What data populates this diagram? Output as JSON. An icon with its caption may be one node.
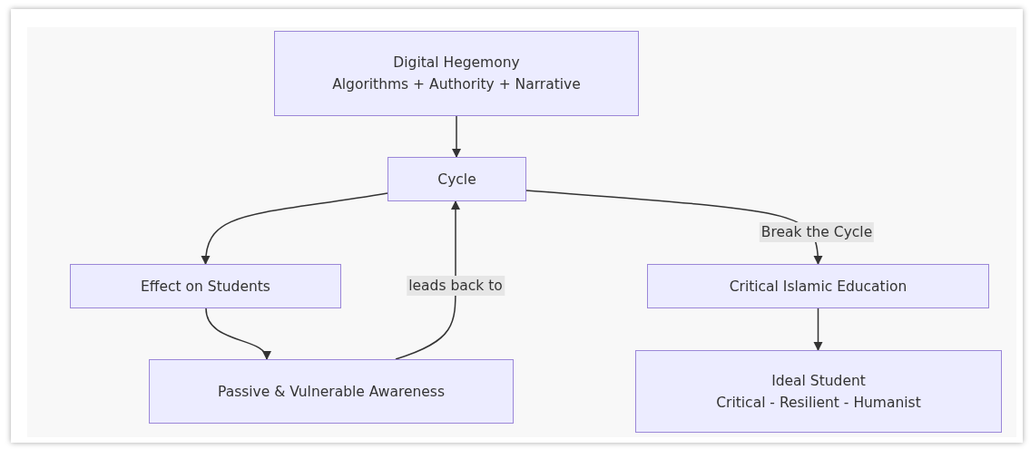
{
  "diagram": {
    "nodes": [
      {
        "text": [
          "Digital Hegemony",
          "Algorithms + Authority + Narrative"
        ]
      },
      {
        "text": [
          "Cycle"
        ]
      },
      {
        "text": [
          "Effect on Students"
        ]
      },
      {
        "text": [
          "Passive & Vulnerable Awareness"
        ]
      },
      {
        "text": [
          "Critical Islamic Education"
        ]
      },
      {
        "text": [
          "Ideal Student",
          "Critical - Resilient - Humanist"
        ]
      }
    ],
    "edges": [
      {
        "from": 0,
        "to": 1,
        "arrow": "to"
      },
      {
        "from": 1,
        "to": 2,
        "arrow": "to"
      },
      {
        "from": 2,
        "to": 3,
        "arrow": "to"
      },
      {
        "from": 3,
        "to": 1,
        "arrow": "to",
        "label": "leads back to"
      },
      {
        "from": 1,
        "to": 4,
        "arrow": "to",
        "label": "Break the Cycle"
      },
      {
        "from": 4,
        "to": 5,
        "arrow": "to"
      }
    ]
  }
}
